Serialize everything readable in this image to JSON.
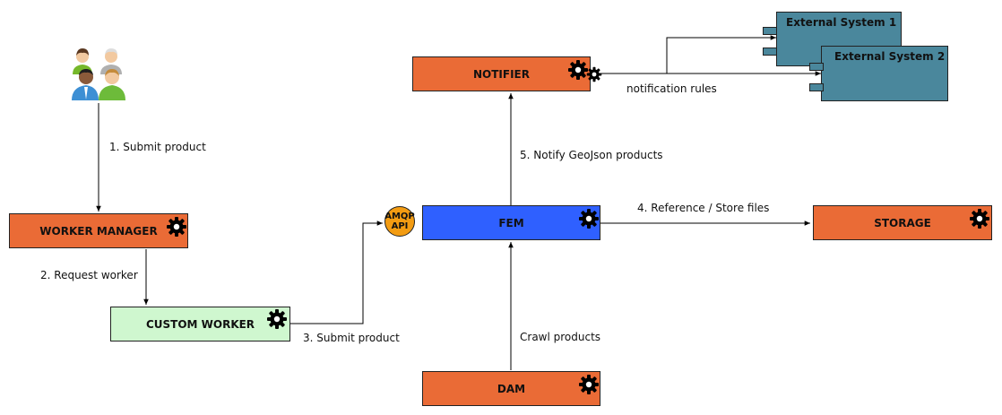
{
  "diagram": {
    "nodes": {
      "worker_manager": "WORKER MANAGER",
      "custom_worker": "CUSTOM WORKER",
      "notifier": "NOTIFIER",
      "fem": "FEM",
      "storage": "STORAGE",
      "dam": "DAM",
      "external_system_1": "External System 1",
      "external_system_2": "External System 2",
      "amqp_api_line1": "AMQP",
      "amqp_api_line2": "API"
    },
    "edges": {
      "submit_product_1": "1. Submit product",
      "request_worker_2": "2. Request worker",
      "submit_product_3": "3. Submit product",
      "reference_store_4": "4. Reference / Store files",
      "notify_geojson_5": "5. Notify GeoJson products",
      "crawl_products": "Crawl products",
      "notification_rules": "notification rules"
    },
    "icons": [
      "users-icon",
      "gear-icon",
      "gears-icon"
    ],
    "colors": {
      "process": "#ea6b36",
      "fem": "#2f60ff",
      "custom_worker": "#cff7cf",
      "external": "#4a879c",
      "amqp": "#f39c12"
    }
  }
}
